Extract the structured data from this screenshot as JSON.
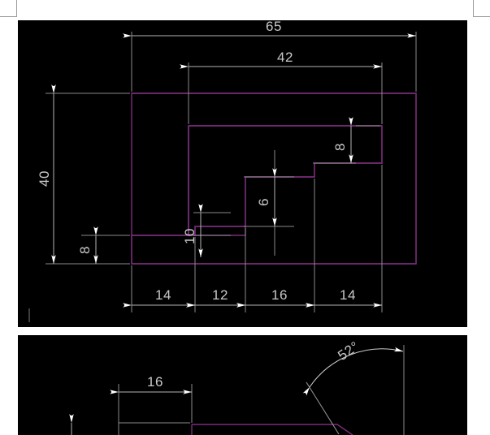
{
  "document": {
    "kind": "cad-engineering-drawing",
    "background_color": "#ffffff",
    "canvas_color": "#000000",
    "object_line_color": "#7a2d7a",
    "dimension_line_color": "#b4b4b4",
    "dimension_text_color": "#c8c8c8",
    "crop_mark_color": "#9a9a9a"
  },
  "views": [
    {
      "name": "front-view",
      "dimensions": {
        "overall_width": "65",
        "inner_width": "42",
        "overall_height": "40",
        "base_height": "8",
        "step_1_height": "10",
        "step_2_height": "6",
        "step_3_height": "8",
        "chain": [
          "14",
          "12",
          "16",
          "14"
        ]
      }
    },
    {
      "name": "auxiliary-view",
      "dimensions": {
        "width": "16",
        "angle": "52°"
      }
    }
  ],
  "labels": {
    "d65": "65",
    "d42": "42",
    "d40": "40",
    "d8_left": "8",
    "d10": "10",
    "d6": "6",
    "d8_right": "8",
    "c14a": "14",
    "c12": "12",
    "c16": "16",
    "c14b": "14",
    "b16": "16",
    "angle52": "52°"
  }
}
